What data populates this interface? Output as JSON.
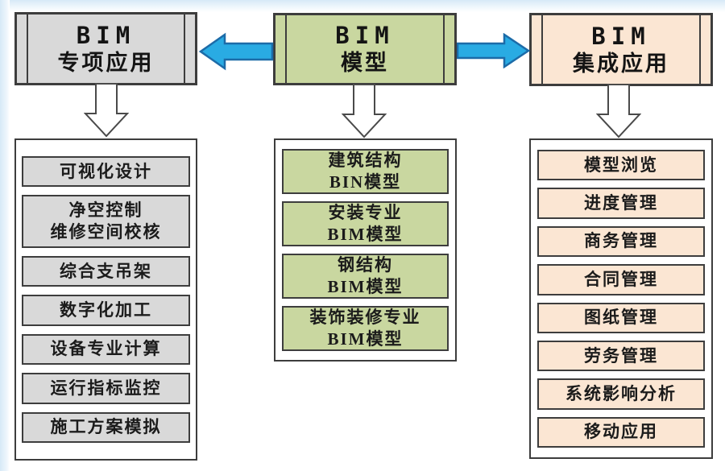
{
  "diagram_title": "BIM model applications diagram",
  "colors": {
    "arrow_fill": "#29abe3",
    "arrow_stroke": "#1c6ba8",
    "outline_dark": "#3d3d3d",
    "down_arrow_fill": "#ffffff",
    "down_arrow_stroke": "#4a4a4a",
    "gray_fill": "#d9d9d9",
    "green_fill": "#c9d7a0",
    "cream_fill": "#fbe6d3",
    "edge_tint": "#d7e9f7"
  },
  "icons": {
    "arrow_to_special": "block-arrow-left",
    "arrow_to_integrated": "block-arrow-right",
    "down_arrow": "block-arrow-down"
  },
  "columns": [
    {
      "id": "special",
      "header": {
        "line1": "BIM",
        "line2": "专项应用",
        "fill": "#d9d9d9"
      },
      "items": [
        {
          "lines": [
            "可视化设计"
          ]
        },
        {
          "lines": [
            "净空控制",
            "维修空间校核"
          ]
        },
        {
          "lines": [
            "综合支吊架"
          ]
        },
        {
          "lines": [
            "数字化加工"
          ]
        },
        {
          "lines": [
            "设备专业计算"
          ]
        },
        {
          "lines": [
            "运行指标监控"
          ]
        },
        {
          "lines": [
            "施工方案模拟"
          ]
        }
      ]
    },
    {
      "id": "model",
      "header": {
        "line1": "BIM",
        "line2": "模型",
        "fill": "#c9d7a0"
      },
      "items": [
        {
          "lines": [
            "建筑结构",
            "BIN模型"
          ]
        },
        {
          "lines": [
            "安装专业",
            "BIM模型"
          ]
        },
        {
          "lines": [
            "钢结构",
            "BIM模型"
          ]
        },
        {
          "lines": [
            "装饰装修专业",
            "BIM模型"
          ]
        }
      ]
    },
    {
      "id": "integrated",
      "header": {
        "line1": "BIM",
        "line2": "集成应用",
        "fill": "#fbe6d3"
      },
      "items": [
        {
          "lines": [
            "模型浏览"
          ]
        },
        {
          "lines": [
            "进度管理"
          ]
        },
        {
          "lines": [
            "商务管理"
          ]
        },
        {
          "lines": [
            "合同管理"
          ]
        },
        {
          "lines": [
            "图纸管理"
          ]
        },
        {
          "lines": [
            "劳务管理"
          ]
        },
        {
          "lines": [
            "系统影响分析"
          ]
        },
        {
          "lines": [
            "移动应用"
          ]
        }
      ]
    }
  ]
}
